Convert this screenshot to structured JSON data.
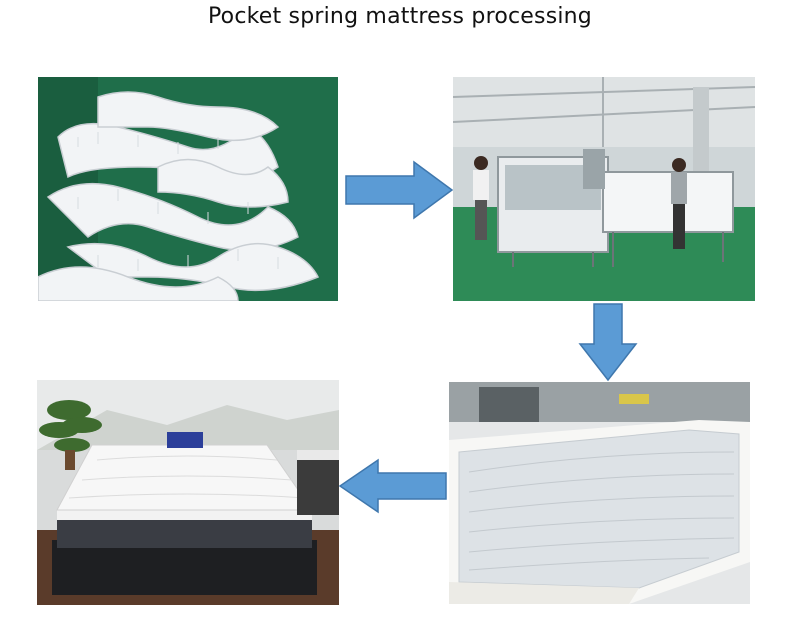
{
  "title": "Pocket spring mattress processing",
  "colors": {
    "arrow_fill": "#5b9bd5",
    "arrow_stroke": "#3f77ad",
    "floor_green": "#2e8b57",
    "page_bg": "#ffffff"
  },
  "photos": [
    {
      "id": "pocket-springs",
      "icon": "spring-coils-photo"
    },
    {
      "id": "spring-assembly-machine",
      "icon": "factory-machine-photo"
    },
    {
      "id": "spring-unit-with-foam-frame",
      "icon": "spring-unit-photo"
    },
    {
      "id": "finished-mattress",
      "icon": "mattress-photo"
    }
  ],
  "arrows": [
    {
      "id": "arrow-right",
      "direction": "right"
    },
    {
      "id": "arrow-down",
      "direction": "down"
    },
    {
      "id": "arrow-left",
      "direction": "left"
    }
  ]
}
